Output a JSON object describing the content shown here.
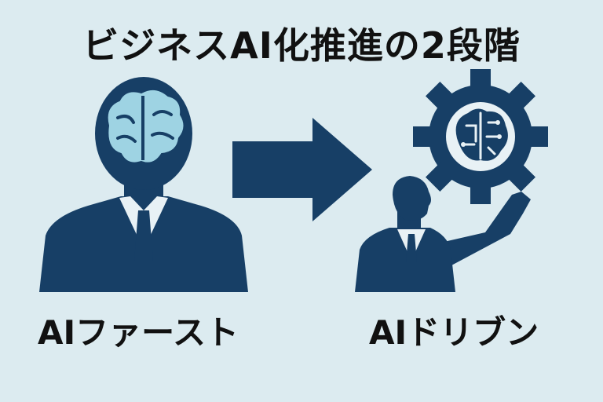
{
  "title": "ビジネスAI化推進の2段階",
  "stages": [
    {
      "label": "AIファースト",
      "icon": "person-with-brain-icon"
    },
    {
      "label": "AIドリブン",
      "icon": "person-presenting-gear-brain-icon"
    }
  ],
  "arrow_icon": "right-arrow-icon",
  "colors": {
    "background": "#dcebf0",
    "primary": "#173f66",
    "accent": "#9ed3e3",
    "text": "#111111"
  }
}
